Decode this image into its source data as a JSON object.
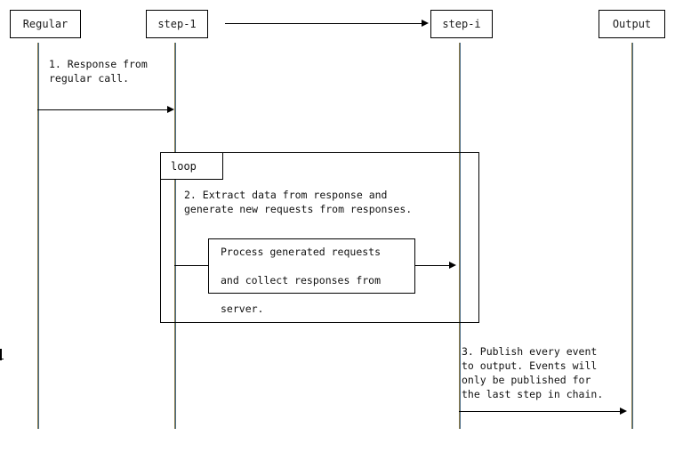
{
  "diagram": {
    "type": "uml-sequence-diagram",
    "background_color": "#ffffff",
    "line_color": "#000000",
    "lifeline_color": "#4a6c86",
    "text_color": "#111111"
  },
  "participants": [
    {
      "id": "regular",
      "label": "Regular"
    },
    {
      "id": "step-1",
      "label": "step-1"
    },
    {
      "id": "step-i",
      "label": "step-i"
    },
    {
      "id": "output",
      "label": "Output"
    }
  ],
  "messages": [
    {
      "id": "m0",
      "label": "",
      "from": "step-1",
      "to": "step-i",
      "style": "solid-arrow"
    },
    {
      "id": "m1",
      "label": "1. Response from\nregular call.",
      "label_line_1": "1. Response from",
      "label_line_2": "regular call.",
      "from": "regular",
      "to": "step-1",
      "style": "solid-arrow"
    },
    {
      "id": "m2",
      "label": "",
      "from": "step-1",
      "to": "step-i",
      "style": "solid-arrow"
    },
    {
      "id": "m3",
      "label": "3. Publish every event\nto output. Events will\nonly be published for\nthe last step in chain.",
      "label_line_1": "3. Publish every event",
      "label_line_2": "to output. Events will",
      "label_line_3": "only be published for",
      "label_line_4": "the last step in chain.",
      "from": "step-i",
      "to": "output",
      "style": "solid-arrow"
    }
  ],
  "fragments": [
    {
      "id": "loop-1",
      "operator": "loop",
      "body_note_line_1": "2. Extract data from response and",
      "body_note_line_2": "generate new requests from responses."
    }
  ],
  "action_boxes": [
    {
      "id": "process-requests",
      "line_1": "Process generated requests",
      "line_2": "and collect responses from",
      "line_3": "server."
    }
  ]
}
